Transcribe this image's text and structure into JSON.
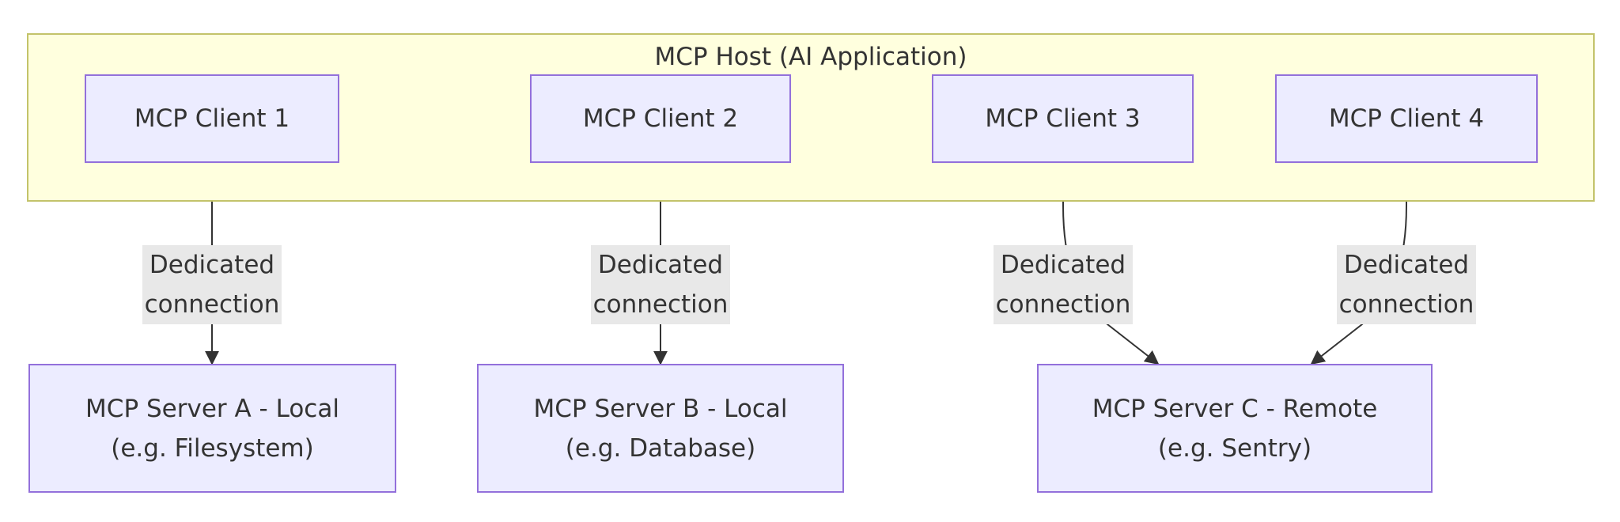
{
  "host": {
    "title": "MCP Host (AI Application)"
  },
  "clients": [
    {
      "label": "MCP Client 1"
    },
    {
      "label": "MCP Client 2"
    },
    {
      "label": "MCP Client 3"
    },
    {
      "label": "MCP Client 4"
    }
  ],
  "edges": [
    {
      "line1": "Dedicated",
      "line2": "connection"
    },
    {
      "line1": "Dedicated",
      "line2": "connection"
    },
    {
      "line1": "Dedicated",
      "line2": "connection"
    },
    {
      "line1": "Dedicated",
      "line2": "connection"
    }
  ],
  "servers": [
    {
      "line1": "MCP Server A - Local",
      "line2": "(e.g. Filesystem)"
    },
    {
      "line1": "MCP Server B - Local",
      "line2": "(e.g. Database)"
    },
    {
      "line1": "MCP Server C - Remote",
      "line2": "(e.g. Sentry)"
    }
  ],
  "colors": {
    "host_fill": "#ffffde",
    "host_border": "#c3c36a",
    "node_fill": "#ececff",
    "node_border": "#9370db",
    "edge_label_fill": "#e8e8e8",
    "edge_stroke": "#333333"
  }
}
